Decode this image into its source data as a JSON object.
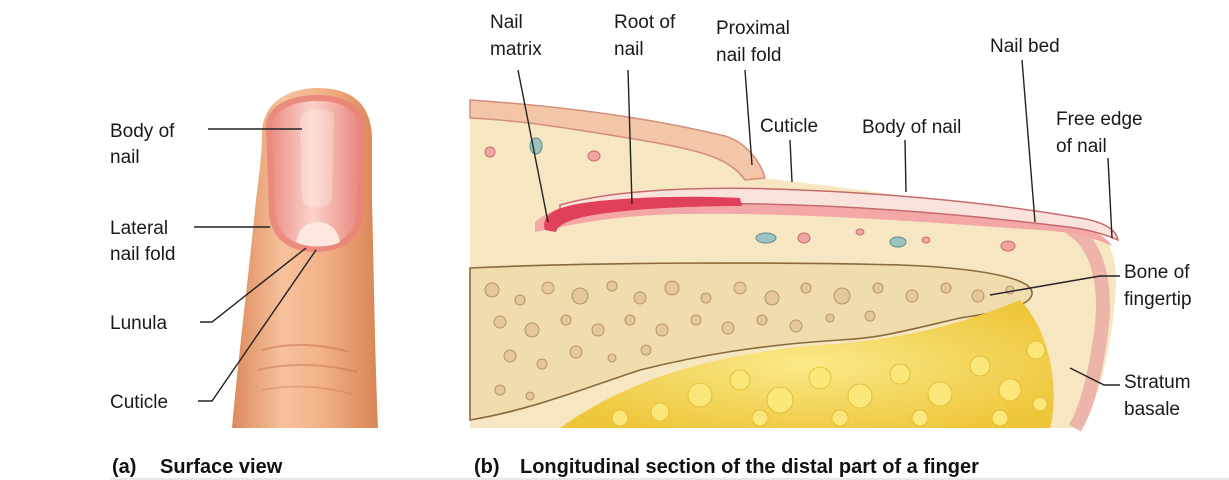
{
  "panel_a": {
    "labels": {
      "body_of_nail": [
        "Body of",
        "nail"
      ],
      "lateral_nail_fold": [
        "Lateral",
        "nail fold"
      ],
      "lunula": "Lunula",
      "cuticle": "Cuticle"
    },
    "caption_letter": "(a)",
    "caption_text": "Surface view"
  },
  "panel_b": {
    "labels": {
      "nail_matrix": [
        "Nail",
        "matrix"
      ],
      "root_of_nail": [
        "Root of",
        "nail"
      ],
      "proximal_nail_fold": [
        "Proximal",
        "nail fold"
      ],
      "nail_bed": "Nail bed",
      "cuticle": "Cuticle",
      "body_of_nail": "Body of nail",
      "free_edge_of_nail": [
        "Free edge",
        "of nail"
      ],
      "bone_of_fingertip": [
        "Bone of",
        "fingertip"
      ],
      "stratum_basale": [
        "Stratum",
        "basale"
      ]
    },
    "caption_letter": "(b)",
    "caption_text": "Longitudinal section of the distal part of a finger"
  },
  "colors": {
    "skin": "#f2b98f",
    "nail_pink": "#f3a7a7",
    "dermis": "#f7e6c2",
    "bone": "#f1dcae",
    "marrow_fat": "#f4d84c",
    "matrix_red": "#e0405a"
  }
}
